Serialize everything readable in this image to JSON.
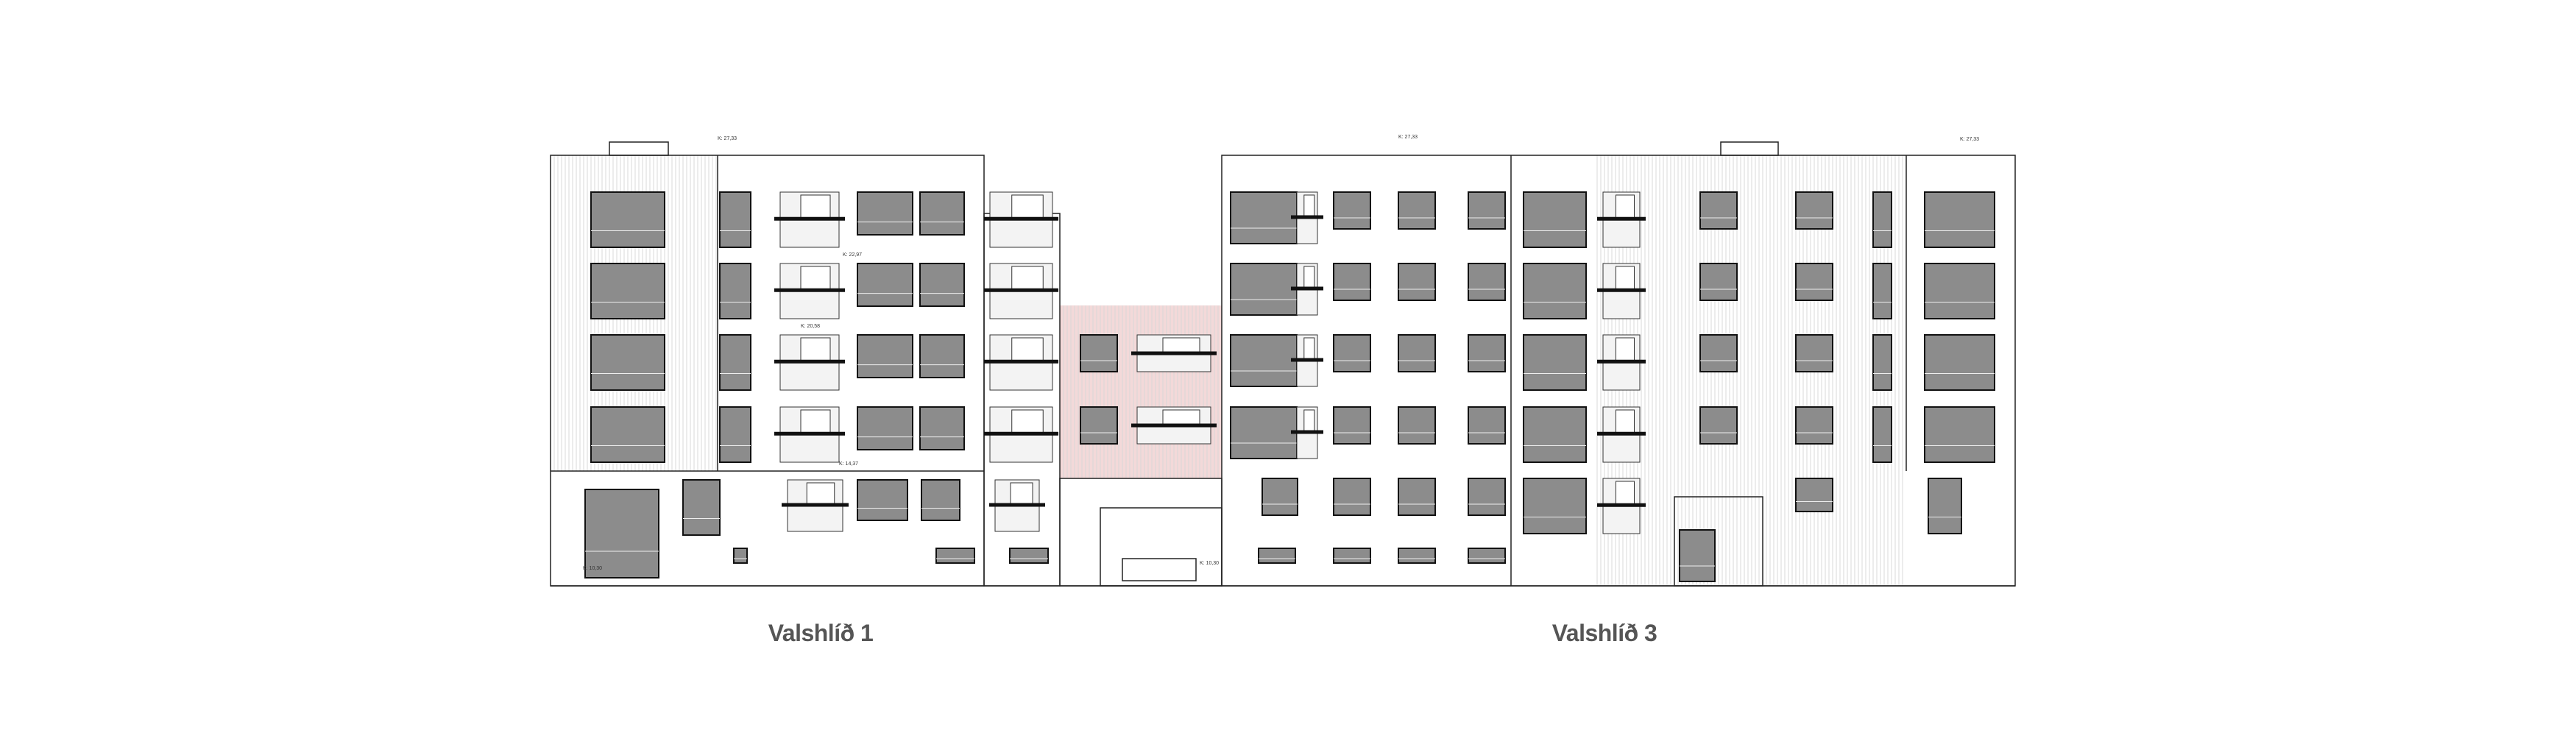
{
  "buildings": [
    {
      "name": "Valshlíð 1"
    },
    {
      "name": "Valshlíð 3"
    }
  ],
  "level_marks": {
    "roof_left": "K: 27,33",
    "roof_right_a": "K: 27,33",
    "roof_right_b": "K: 27,33",
    "level_a": "K: 22,97",
    "level_b": "K: 20,58",
    "level_c": "K: 14,37",
    "ground_left": "K: 10,30",
    "ground_mid": "K: 10,30"
  },
  "colors": {
    "window": "#8c8c8c",
    "line": "#222222",
    "hatch": "#d8d8d8",
    "pink": "#e9b9b9",
    "title": "#555555"
  }
}
